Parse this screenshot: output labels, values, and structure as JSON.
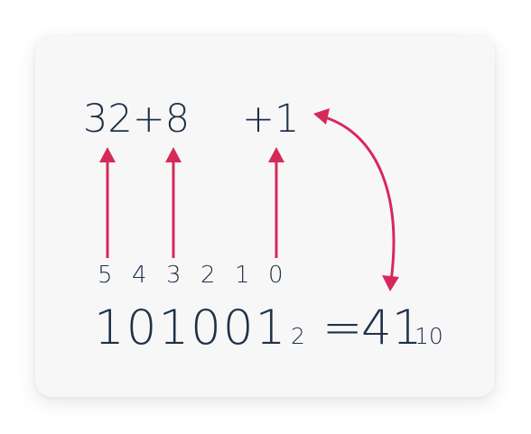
{
  "colors": {
    "ink": "#1e3148",
    "arrow": "#d7285a",
    "card": "#f7f7f8"
  },
  "top_row": {
    "term_a": "32+8",
    "term_b": "+1"
  },
  "positions": [
    "5",
    "4",
    "3",
    "2",
    "1",
    "0"
  ],
  "equation": {
    "binary_digits": "101001",
    "binary_base": "2",
    "equals": "=",
    "decimal_value": "41",
    "decimal_base": "10"
  },
  "icons": {
    "up_arrows": "arrow-up-icon",
    "curved_arrow": "double-curved-arrow-icon"
  }
}
